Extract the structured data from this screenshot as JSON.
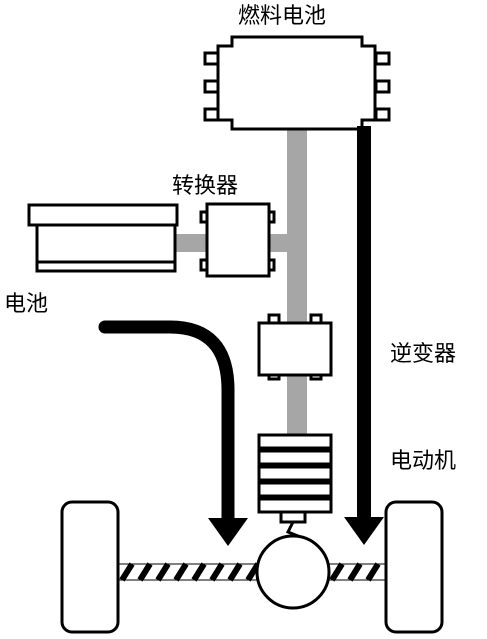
{
  "labels": {
    "fuel_cell": "燃料电池",
    "converter": "转换器",
    "battery": "电池",
    "inverter": "逆变器",
    "motor": "电动机"
  },
  "colors": {
    "line": "#000000",
    "power_bus": "#a6a6a6",
    "background": "#ffffff"
  }
}
